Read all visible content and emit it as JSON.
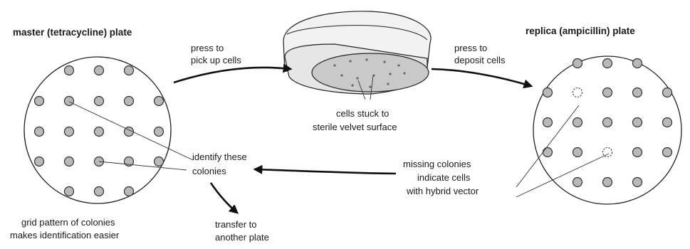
{
  "labels": {
    "master_plate_title": "master (tetracycline) plate",
    "replica_plate_title": "replica (ampicillin) plate",
    "press_pick_up_line1": "press to",
    "press_pick_up_line2": "pick up cells",
    "press_deposit_line1": "press to",
    "press_deposit_line2": "deposit cells",
    "cells_stuck_line1": "cells stuck to",
    "cells_stuck_line2": "sterile velvet surface",
    "identify_line1": "identify these",
    "identify_line2": "colonies",
    "missing_line1": "missing colonies",
    "missing_line2": "indicate cells",
    "missing_line3": "with hybrid vector",
    "grid_note_line1": "grid pattern of colonies",
    "grid_note_line2": "makes identification easier",
    "transfer_line1": "transfer to",
    "transfer_line2": "another plate"
  }
}
